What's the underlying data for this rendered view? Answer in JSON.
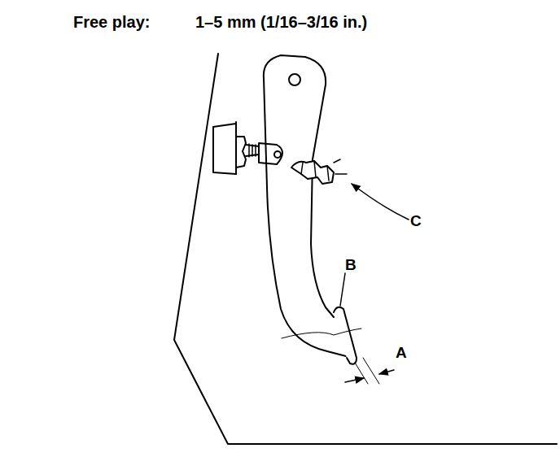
{
  "diagram": {
    "title": "Free play:",
    "labels": [
      "1–5 mm (1/16–3/16 in.)",
      "A",
      "B",
      "C"
    ]
  }
}
